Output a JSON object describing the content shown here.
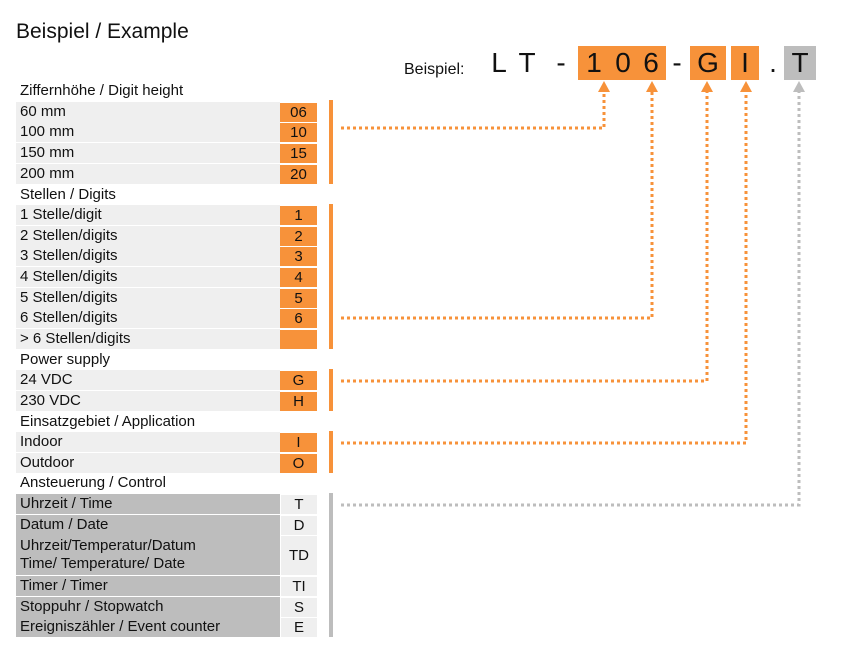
{
  "title": "Beispiel / Example",
  "example": {
    "label": "Beispiel:",
    "chars": [
      "L",
      "T",
      "-",
      "1",
      "0",
      "6",
      "-",
      "G",
      "I",
      ".",
      "T"
    ]
  },
  "sections": [
    {
      "title": "Ziffernhöhe / Digit height",
      "rows": [
        {
          "label": "60 mm",
          "value": "06"
        },
        {
          "label": "100 mm",
          "value": "10"
        },
        {
          "label": "150 mm",
          "value": "15"
        },
        {
          "label": "200 mm",
          "value": "20"
        }
      ]
    },
    {
      "title": "Stellen / Digits",
      "rows": [
        {
          "label": "1 Stelle/digit",
          "value": "1"
        },
        {
          "label": "2 Stellen/digits",
          "value": "2"
        },
        {
          "label": "3 Stellen/digits",
          "value": "3"
        },
        {
          "label": "4 Stellen/digits",
          "value": "4"
        },
        {
          "label": "5 Stellen/digits",
          "value": "5"
        },
        {
          "label": "6 Stellen/digits",
          "value": "6"
        },
        {
          "label": "> 6 Stellen/digits",
          "value": ""
        }
      ]
    },
    {
      "title": "Power supply",
      "rows": [
        {
          "label": "24 VDC",
          "value": "G"
        },
        {
          "label": "230 VDC",
          "value": "H"
        }
      ]
    },
    {
      "title": "Einsatzgebiet / Application",
      "rows": [
        {
          "label": "Indoor",
          "value": "I"
        },
        {
          "label": "Outdoor",
          "value": "O"
        }
      ]
    },
    {
      "title": "Ansteuerung / Control",
      "rows": [
        {
          "label": "Uhrzeit / Time",
          "value": "T"
        },
        {
          "label": "Datum / Date",
          "value": "D"
        },
        {
          "label_line1": "Uhrzeit/Temperatur/Datum",
          "label_line2": "Time/ Temperature/ Date",
          "value": "TD"
        },
        {
          "label": "Timer / Timer",
          "value": "TI"
        },
        {
          "label": "Stoppuhr / Stopwatch",
          "value": "S"
        },
        {
          "label": "Ereigniszähler / Event counter",
          "value": "E"
        }
      ]
    }
  ],
  "colors": {
    "accent": "#F7923A",
    "gray": "#BDBDBD",
    "light_gray": "#EFEFEF"
  }
}
